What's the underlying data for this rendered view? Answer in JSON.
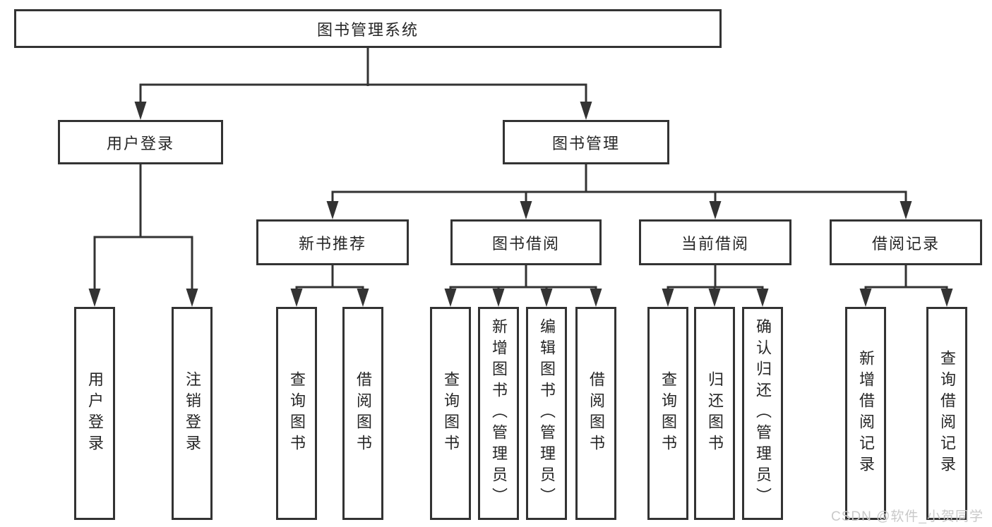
{
  "diagram": {
    "colors": {
      "line": "#333333",
      "text": "#262626",
      "background": "#ffffff",
      "watermark": "#c9c9c9"
    },
    "tree": {
      "root": "图书管理系统",
      "children": [
        {
          "label": "用户登录",
          "children": [
            "用户登录",
            "注销登录"
          ]
        },
        {
          "label": "图书管理",
          "children": [
            {
              "label": "新书推荐",
              "children": [
                "查询图书",
                "借阅图书"
              ]
            },
            {
              "label": "图书借阅",
              "children": [
                "查询图书",
                "新增图书（管理员）",
                "编辑图书（管理员）",
                "借阅图书"
              ]
            },
            {
              "label": "当前借阅",
              "children": [
                "查询图书",
                "归还图书",
                "确认归还（管理员）"
              ]
            },
            {
              "label": "借阅记录",
              "children": [
                "新增借阅记录",
                "查询借阅记录"
              ]
            }
          ]
        }
      ]
    },
    "watermark": "CSDN @软件_小贺同学"
  }
}
